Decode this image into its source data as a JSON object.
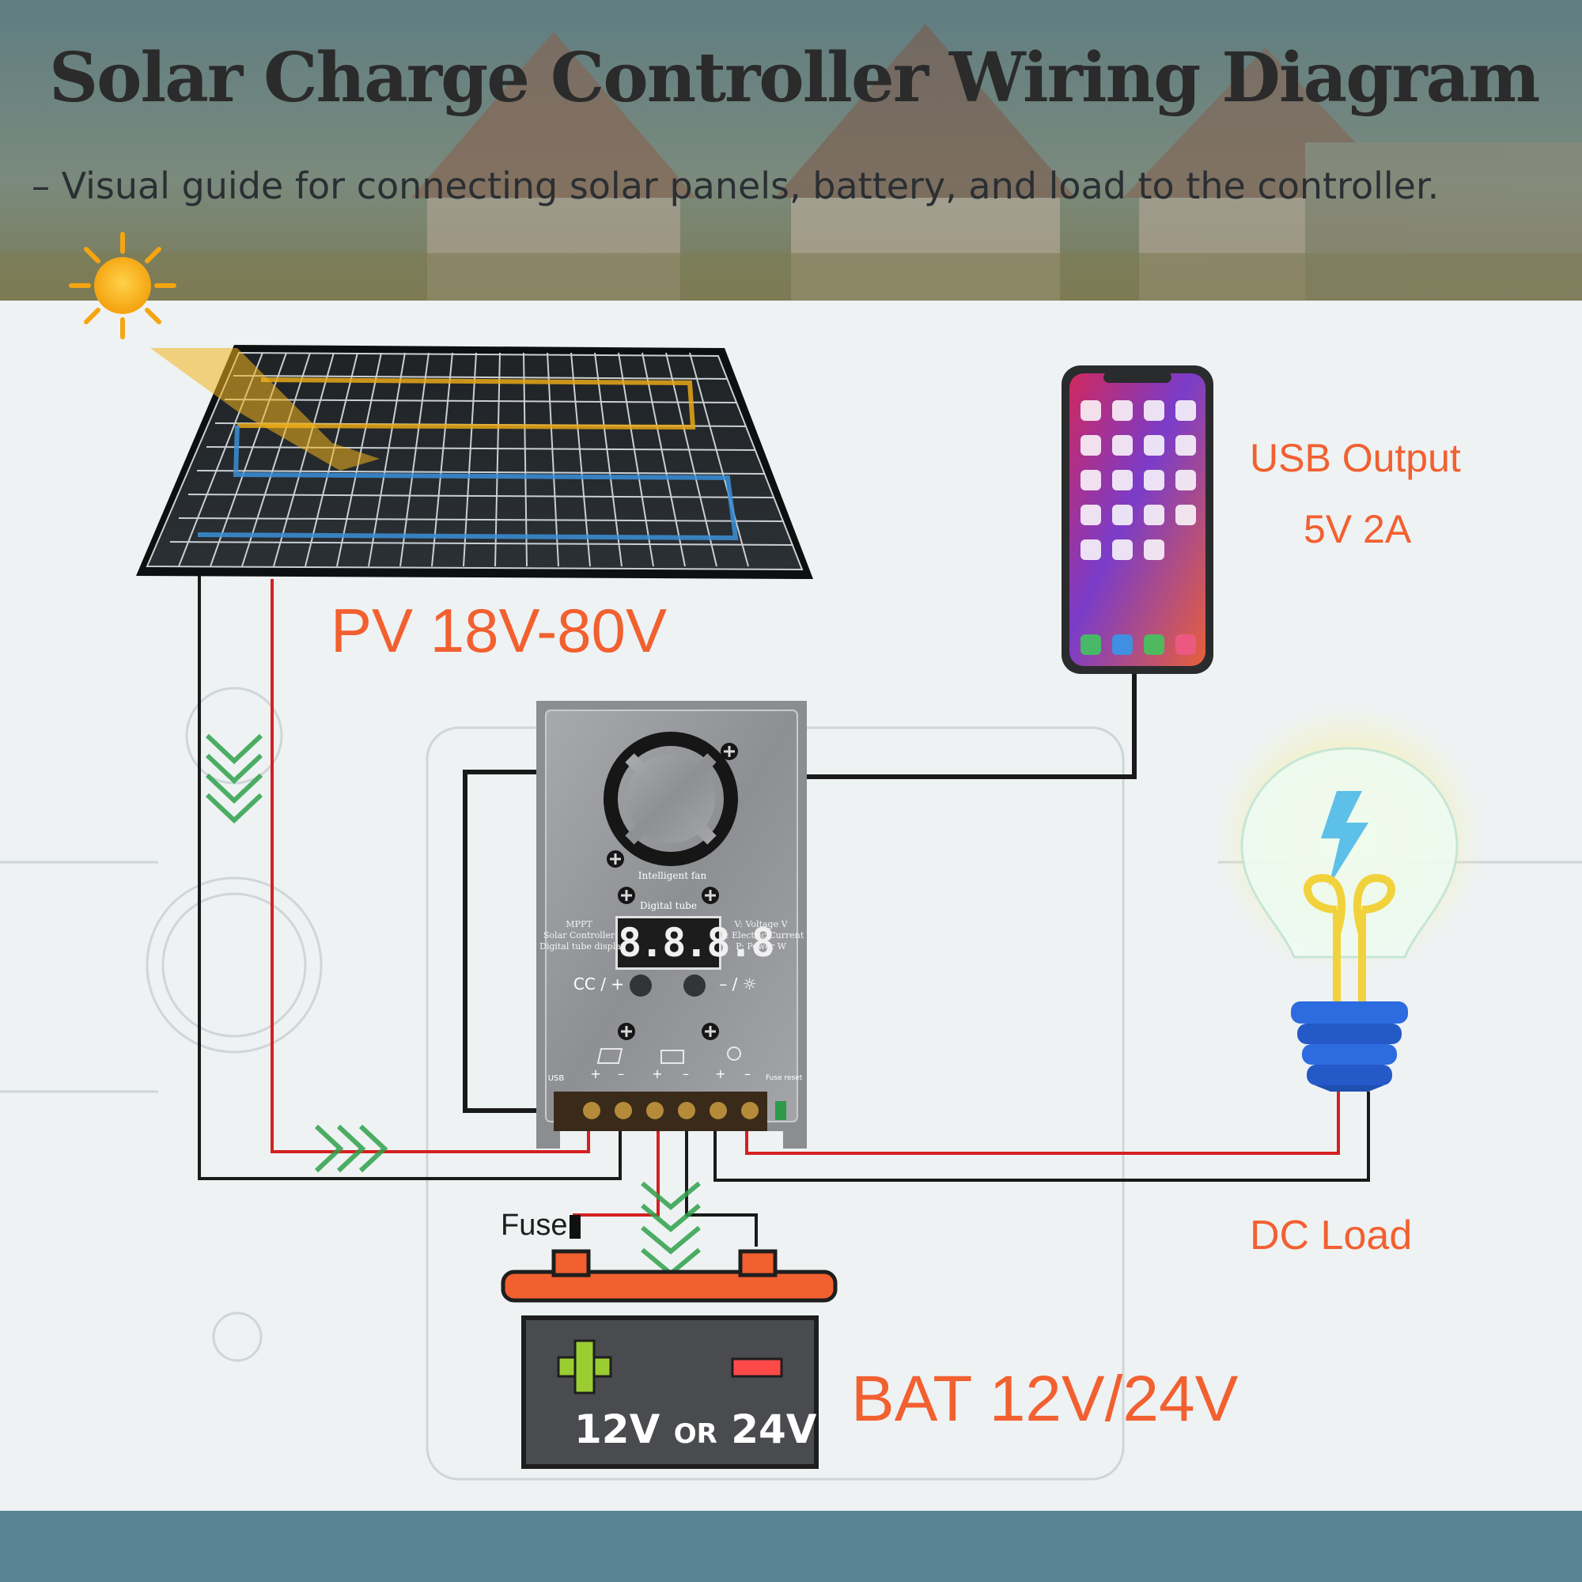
{
  "header": {
    "title": "Solar Charge Controller Wiring Diagram",
    "subtitle": "– Visual guide for connecting solar panels, battery, and load to the controller."
  },
  "labels": {
    "pv": "PV 18V-80V",
    "usb_line1": "USB Output",
    "usb_line2": "5V 2A",
    "dc_load": "DC Load",
    "battery": "BAT 12V/24V",
    "fuse": "Fuse"
  },
  "battery_face": {
    "voltage_a": "12V",
    "or": "OR",
    "voltage_b": "24V"
  },
  "controller": {
    "fan_label": "Intelligent fan",
    "display_label": "Digital tube",
    "display_value": "8.8.8.8",
    "left_text": [
      "MPPT",
      "Solar Controller",
      "Digital tube display"
    ],
    "right_text": [
      "V: Voltage V",
      "A: Electric Current",
      "P: Power W"
    ],
    "button_left": "CC / +",
    "button_right": "– / ☼",
    "usb": "USB",
    "fuse_reset": "Fuse reset"
  },
  "colors": {
    "accent": "#f26030",
    "wire_positive": "#d42020",
    "wire_negative": "#1a1a1a",
    "flow_arrow": "#2fa24a",
    "bottom_bar": "#5a8491"
  }
}
